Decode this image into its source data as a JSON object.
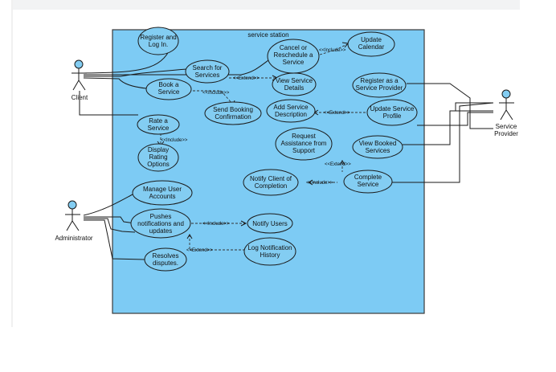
{
  "system": {
    "title": "service station"
  },
  "actors": {
    "client": "Client",
    "administrator": "Administrator",
    "provider": [
      "Service",
      "Provider"
    ]
  },
  "use_cases": {
    "register_login": [
      "Register and",
      "Log In."
    ],
    "cancel_reschedule": [
      "Cancel or",
      "Reschedule a",
      "Service"
    ],
    "update_calendar": [
      "Update",
      "Calendar"
    ],
    "search_services": [
      "Search for",
      "Services"
    ],
    "view_service_details": [
      "View Service",
      "Details"
    ],
    "register_provider": [
      "Register as a",
      "Service Provider"
    ],
    "book_service": [
      "Book a",
      "Service"
    ],
    "send_booking_confirmation": [
      "Send Booking",
      "Confirmation"
    ],
    "add_service_description": [
      "Add Service",
      "Description"
    ],
    "update_service_profile": [
      "Update Service",
      "Profile"
    ],
    "rate_service": [
      "Rate a",
      "Service"
    ],
    "display_rating_options": [
      "Display",
      "Rating",
      "Options"
    ],
    "request_assistance": [
      "Request",
      "Assistance from",
      "Support"
    ],
    "view_booked_services": [
      "View Booked",
      "Services"
    ],
    "notify_client_completion": [
      "Notify Client of",
      "Completion"
    ],
    "complete_service": [
      "Complete",
      "Service"
    ],
    "manage_user_accounts": [
      "Manage User",
      "Accounts"
    ],
    "push_notifications": [
      "Pushes",
      "notifications and",
      "updates"
    ],
    "notify_users": [
      "Notify Users"
    ],
    "log_notification_history": [
      "Log Notification",
      "History"
    ],
    "resolve_disputes": [
      "Resolves",
      "disputes."
    ]
  },
  "relations": {
    "cancel_update_calendar": "<<Include>>",
    "search_view_details": "<<Extend>>",
    "book_send_confirmation": "<<Include>>",
    "add_desc_update_profile": "<<Extend>>",
    "rate_display_options": "<<Include>>",
    "complete_request_assist": "<<Extend>>",
    "complete_notify_client": "<<Include>>",
    "push_notify_users": "<<Include>>",
    "push_log_history": "<<Extend>>"
  }
}
